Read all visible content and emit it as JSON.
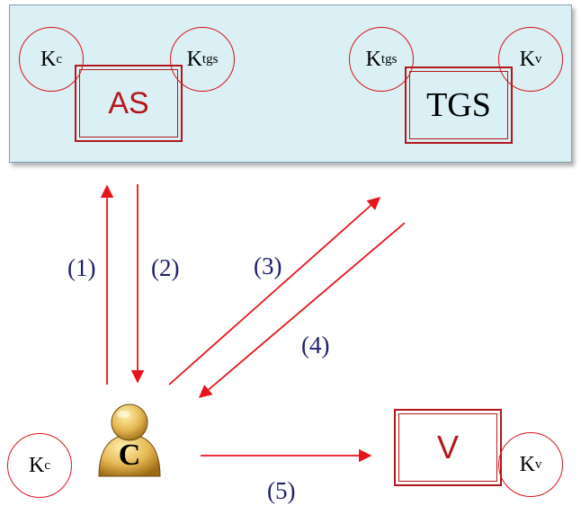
{
  "kdc": {
    "as": {
      "label": "AS",
      "key_left": "K",
      "key_left_sub": "c",
      "key_right": "K",
      "key_right_sub": "tgs"
    },
    "tgs": {
      "label": "TGS",
      "key_left": "K",
      "key_left_sub": "tgs",
      "key_right": "K",
      "key_right_sub": "v"
    }
  },
  "client": {
    "label": "C",
    "key": "K",
    "key_sub": "c"
  },
  "verifier": {
    "label": "V",
    "key": "K",
    "key_sub": "v"
  },
  "steps": [
    "(1)",
    "(2)",
    "(3)",
    "(4)",
    "(5)"
  ],
  "colors": {
    "arrow": "#e8141a",
    "box": "#b3171b",
    "step_text": "#1f1f6e",
    "panel": "#daf0f4"
  },
  "icons": {
    "client": "user-icon"
  }
}
